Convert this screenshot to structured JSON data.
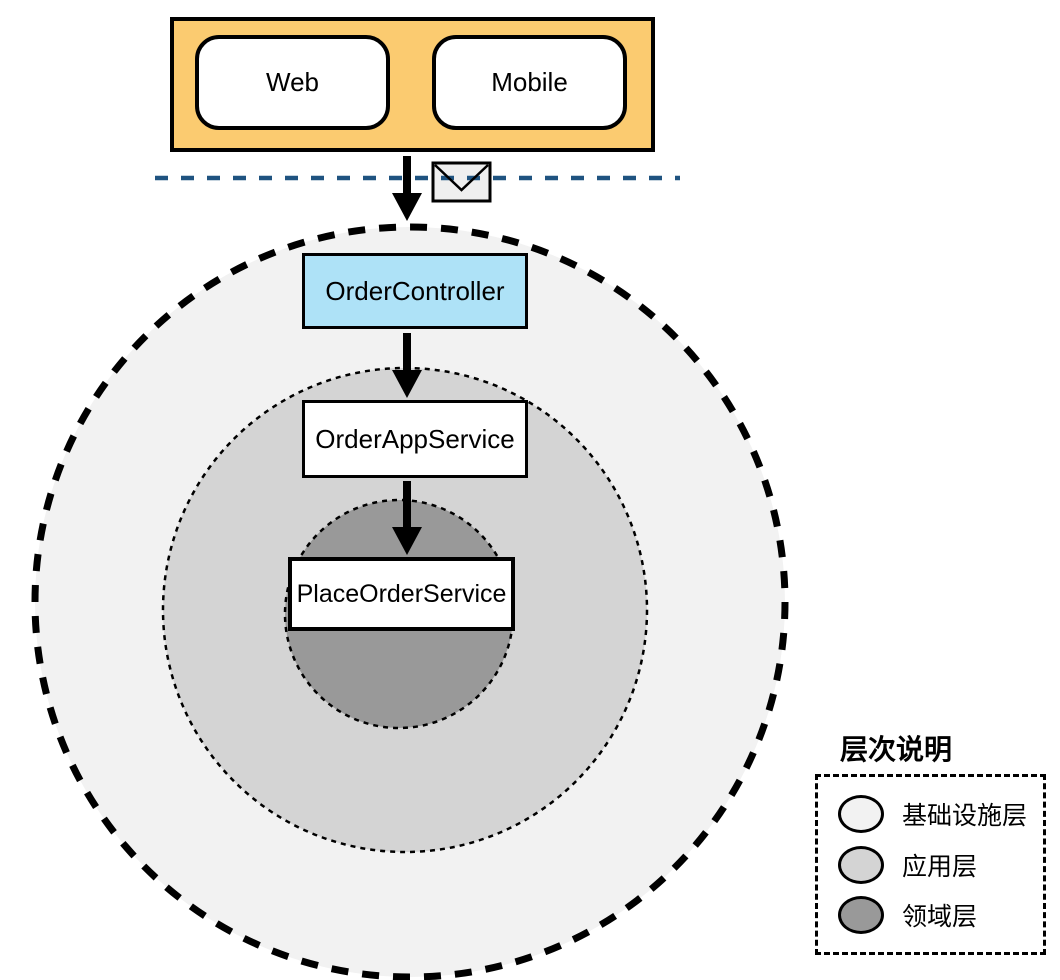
{
  "clients": {
    "web_label": "Web",
    "mobile_label": "Mobile"
  },
  "flow": {
    "controller_label": "OrderController",
    "app_service_label": "OrderAppService",
    "domain_service_label": "PlaceOrderService"
  },
  "legend": {
    "title": "层次说明",
    "items": [
      {
        "label": "基础设施层",
        "color": "#f2f2f2"
      },
      {
        "label": "应用层",
        "color": "#d4d4d4"
      },
      {
        "label": "领域层",
        "color": "#999999"
      }
    ]
  },
  "icons": {
    "envelope": "✉"
  },
  "colors": {
    "client_container_fill": "#fbcb70",
    "controller_fill": "#aee2f7",
    "boundary_line": "#1f5380",
    "infrastructure_fill": "#f2f2f2",
    "application_fill": "#d4d4d4",
    "domain_fill": "#999999",
    "outline": "#000000"
  }
}
